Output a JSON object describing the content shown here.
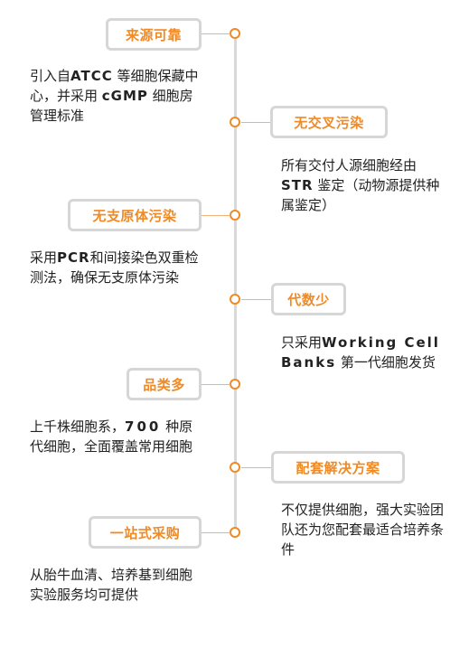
{
  "features": [
    {
      "title": "来源可靠",
      "desc": [
        "引入自",
        "ATCC",
        " 等细胞保藏中心，并采用 ",
        "cGMP",
        " 细胞房管理标准"
      ]
    },
    {
      "title": "无交叉污染",
      "desc": [
        "所有交付人源细胞经由 ",
        "STR",
        " 鉴定（动物源提供种属鉴定）"
      ]
    },
    {
      "title": "无支原体污染",
      "desc": [
        "采用",
        "PCR",
        "和间接染色双重检测法，确保无支原体污染"
      ]
    },
    {
      "title": "代数少",
      "desc": [
        "只采用",
        "Working Cell Banks",
        " 第一代细胞发货"
      ]
    },
    {
      "title": "品类多",
      "desc": [
        "上千株细胞系，",
        "700",
        " 种原代细胞，全面覆盖常用细胞"
      ]
    },
    {
      "title": "配套解决方案",
      "desc": [
        "不仅提供细胞，强大实验团队还为您配套最适合培养条件"
      ]
    },
    {
      "title": "一站式采购",
      "desc": [
        "从胎牛血清、培养基到细胞实验服务均可提供"
      ]
    }
  ],
  "colors": {
    "accent": "#f08a24",
    "border": "#d6d6d6",
    "line": "#d9d9d9"
  }
}
